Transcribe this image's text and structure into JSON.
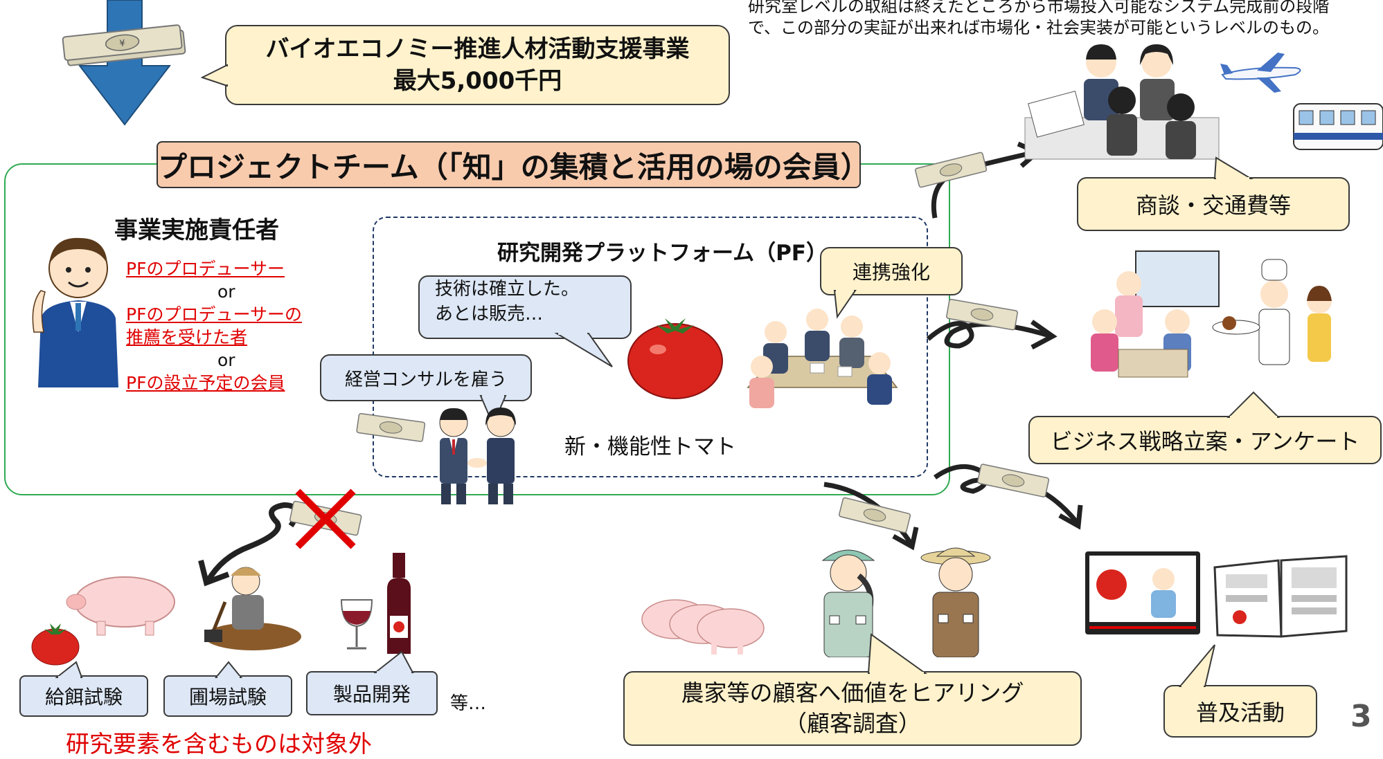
{
  "note": {
    "line1": "研究室レベルの取組は終えたところから市場投入可能なシステム完成前の段階",
    "line2": "で、この部分の実証が出来れば市場化・社会実装が可能というレベルのもの。"
  },
  "funding": {
    "title_line1": "バイオエコノミー推進人材活動支援事業",
    "title_line2": "最大5,000千円"
  },
  "team": {
    "title": "プロジェクトチーム（「知」の集積と活用の場の会員）",
    "leader_heading": "事業実施責任者",
    "leader_roles": [
      "PFのプロデューサー",
      "or",
      "PFのプロデューサーの",
      "推薦を受けた者",
      "or",
      "PFの設立予定の会員"
    ]
  },
  "platform": {
    "title": "研究開発プラットフォーム（PF）",
    "speech_tech_line1": "技術は確立した。",
    "speech_tech_line2": "あとは販売…",
    "speech_consult": "経営コンサルを雇う",
    "speech_collab": "連携強化",
    "product": "新・機能性トマト"
  },
  "right_items": {
    "negotiation": "商談・交通費等",
    "strategy": "ビジネス戦略立案・アンケート",
    "survey_line1": "農家等の顧客へ価値をヒアリング",
    "survey_line2": "（顧客調査）",
    "promotion": "普及活動"
  },
  "excluded": {
    "items": [
      "給餌試験",
      "圃場試験",
      "製品開発"
    ],
    "etc": "等…",
    "caption": "研究要素を含むものは対象外"
  },
  "page_number": "3",
  "colors": {
    "team_border": "#2eaa52",
    "title_fill": "#f8cbad",
    "bubble_yellow": "#fff2cc",
    "bubble_blue": "#dde7f5",
    "arrow_blue": "#2e75b6",
    "red": "#e00000",
    "tomato": "#d9251d"
  }
}
